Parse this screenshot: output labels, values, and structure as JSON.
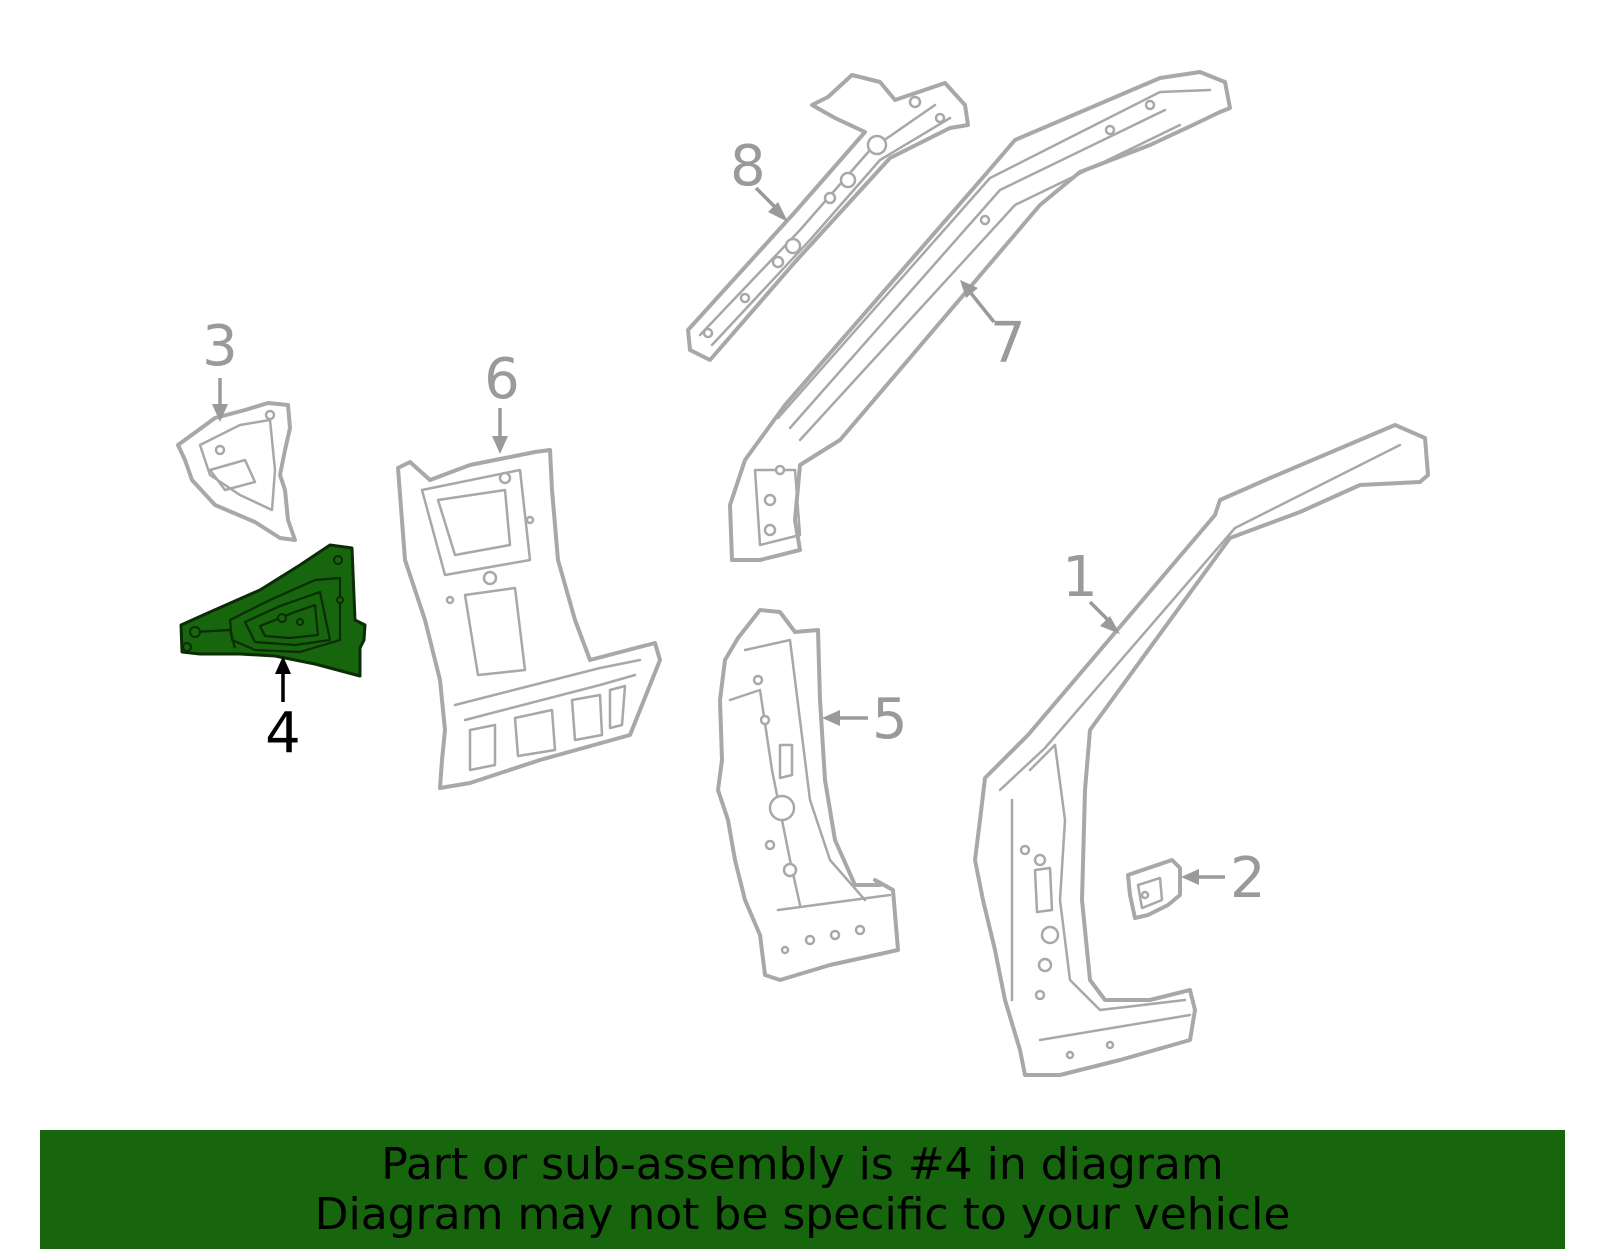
{
  "diagram": {
    "callouts": {
      "c1": "1",
      "c2": "2",
      "c3": "3",
      "c4": "4",
      "c5": "5",
      "c6": "6",
      "c7": "7",
      "c8": "8"
    },
    "highlighted_part": "4",
    "colors": {
      "highlight": "#17650d",
      "outline": "#a8a8a8",
      "callout": "#9a9a9a",
      "banner": "#17650d"
    }
  },
  "banner": {
    "line1": "Part or sub-assembly is #4 in diagram",
    "line2": "Diagram may not be specific to your vehicle"
  }
}
